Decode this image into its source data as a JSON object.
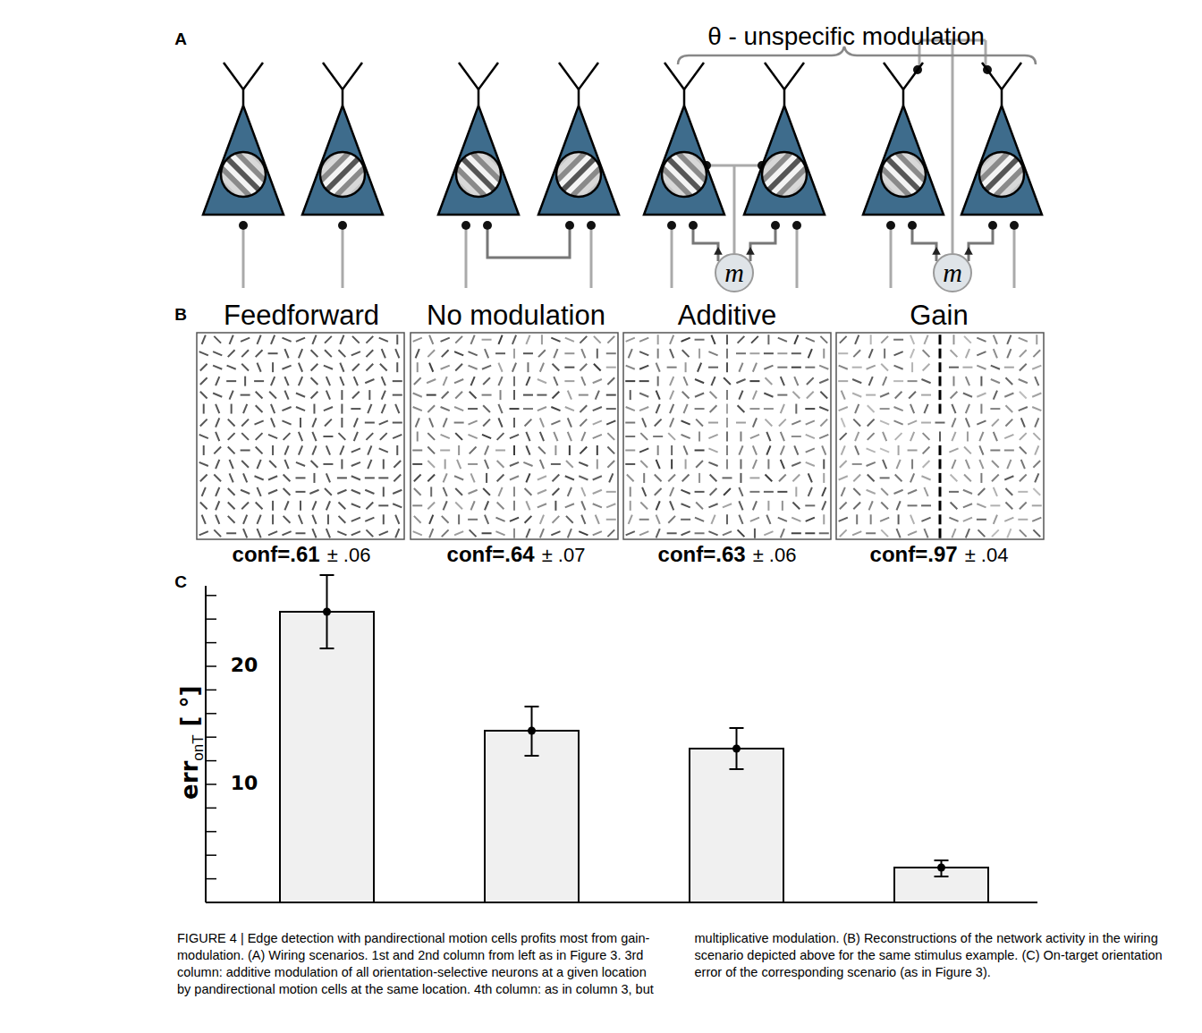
{
  "diagram": {
    "caption": "FIGURE 4 | Edge detection with pandirectional motion cells profits most from gain-modulation. (A) Wiring scenarios. 1st and 2nd column from left as in Figure 3. 3rd column: additive modulation of all orientation-selective neurons at a given location by pandirectional motion cells at the same location. 4th column: as in column 3, but multiplicative modulation. (B) Reconstructions of the network activity in the wiring scenario depicted above for the same stimulus example. (C) On-target orientation error of the corresponding scenario (as in Figure 3).",
    "nodes": [
      {
        "text": [
          "m"
        ]
      },
      {
        "text": [
          "m"
        ]
      }
    ],
    "labels": [
      "A",
      "θ - unspecific modulation",
      "B",
      "Feedforward",
      "No modulation",
      "Additive",
      "Gain",
      "conf=.61",
      "± .06",
      "conf=.64",
      "± .07",
      "conf=.63",
      "± .06",
      "conf=.97",
      "± .04",
      "C",
      "20",
      "10",
      "err",
      "onT",
      "[ °]"
    ]
  }
}
